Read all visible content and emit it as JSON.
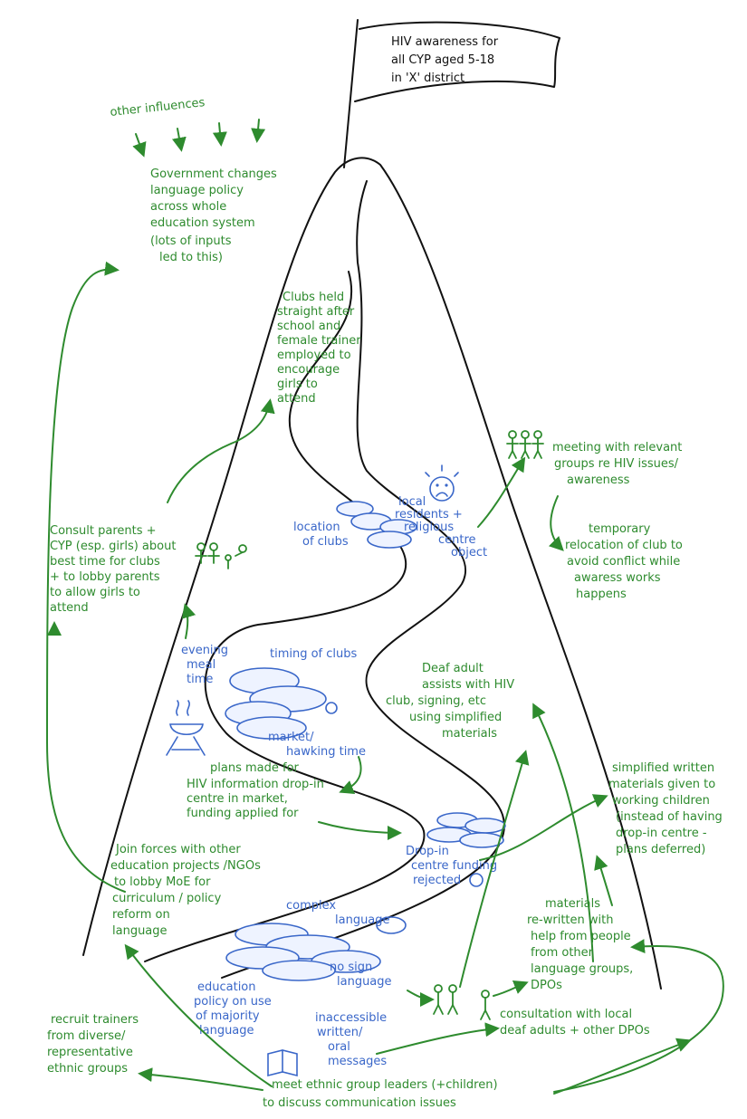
{
  "flag": [
    "HIV awareness for",
    "all CYP aged 5-18",
    "in 'X' district"
  ],
  "influences": {
    "label": "other influences",
    "text": [
      "Government changes",
      "language policy",
      "across whole",
      "education system",
      "(lots of inputs",
      "led to this)"
    ]
  },
  "notes": {
    "clubs_after_school": [
      "Clubs held",
      "straight after",
      "school and",
      "female trainer",
      "employed to",
      "encourage",
      "girls to",
      "attend"
    ],
    "consult_parents": [
      "Consult parents +",
      "CYP (esp. girls) about",
      "best time for clubs",
      "+ to lobby parents",
      "to allow girls to",
      "attend"
    ],
    "meeting_relevant": [
      "meeting with relevant",
      "groups re HIV issues/",
      "awareness"
    ],
    "temporary_relocation": [
      "temporary",
      "relocation of club to",
      "avoid conflict while",
      "awaress works",
      "happens"
    ],
    "deaf_adult": [
      "Deaf adult",
      "assists with HIV",
      "club, signing, etc",
      "using simplified",
      "materials"
    ],
    "plans_dropin": [
      "plans made for",
      "HIV information drop-in",
      "centre in market,",
      "funding applied for"
    ],
    "simplified_materials": [
      "simplified written",
      "materials given to",
      "working children",
      "(instead of having",
      "drop-in centre -",
      "plans deferred)"
    ],
    "join_forces": [
      "Join forces with other",
      "education projects /NGOs",
      "to lobby MoE for",
      "curriculum / policy",
      "reform on",
      "language"
    ],
    "materials_rewritten": [
      "materials",
      "re-written with",
      "help from people",
      "from other",
      "language groups,",
      "DPOs"
    ],
    "recruit_trainers": [
      "recruit trainers",
      "from diverse/",
      "representative",
      "ethnic groups"
    ],
    "consultation_deaf": [
      "consultation with local",
      "deaf adults + other DPOs"
    ],
    "meet_leaders": [
      "meet ethnic group leaders (+children)",
      "to discuss communication issues"
    ]
  },
  "barriers": {
    "location_of_clubs": [
      "location",
      "of clubs"
    ],
    "local_residents": [
      "local",
      "residents +",
      "religious",
      "centre",
      "object"
    ],
    "evening_meal": [
      "evening",
      "meal",
      "time"
    ],
    "timing_of_clubs": [
      "timing of clubs"
    ],
    "market_hawking": [
      "market/",
      "hawking time"
    ],
    "dropin_rejected": [
      "Drop-in",
      "centre funding",
      "rejected"
    ],
    "complex_language": [
      "complex",
      "language"
    ],
    "no_sign_language": [
      "no sign",
      "language"
    ],
    "education_policy": [
      "education",
      "policy on use",
      "of majority",
      "language"
    ],
    "inaccessible": [
      "inaccessible",
      "written/",
      "oral",
      "messages"
    ]
  }
}
